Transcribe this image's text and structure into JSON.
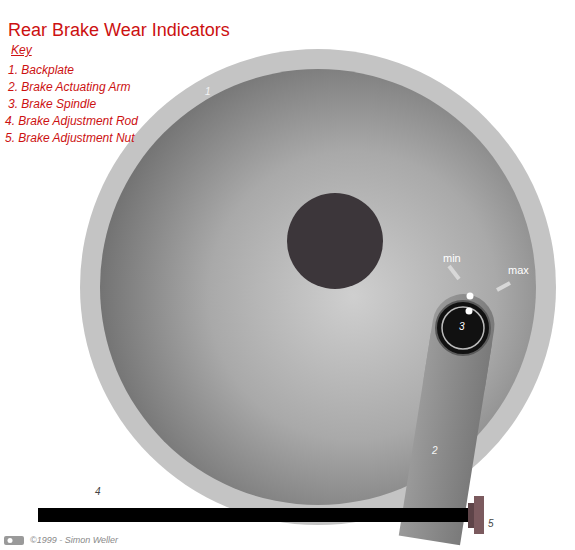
{
  "diagram": {
    "title": "Rear Brake Wear Indicators",
    "labels": [
      "Key",
      "1. Backplate",
      "2. Brake Actuating Arm",
      "3. Brake Spindle",
      "4. Brake Adjustment Rod",
      "5. Brake Adjustment Nut",
      "min",
      "max",
      "1",
      "2",
      "3",
      "4",
      "5",
      "©1999 - Simon Weller"
    ]
  }
}
